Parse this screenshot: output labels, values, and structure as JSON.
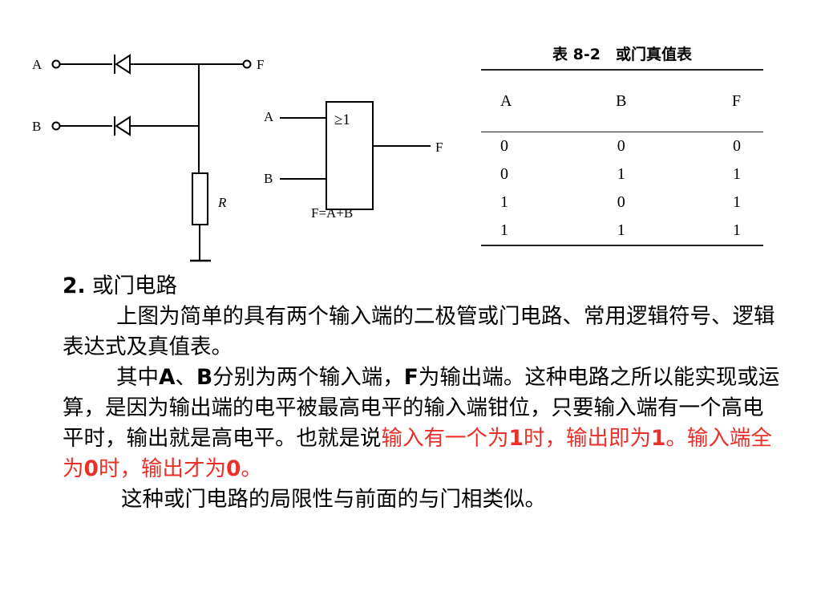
{
  "diagram": {
    "input_a": "A",
    "input_b": "B",
    "output_f": "F",
    "resistor": "R",
    "gate_input_a": "A",
    "gate_input_b": "B",
    "gate_output": "F",
    "gate_symbol": "≥1",
    "expression": "F=A+B"
  },
  "truth_table": {
    "caption": "表 8-2　或门真值表",
    "headers": [
      "A",
      "B",
      "F"
    ],
    "rows": [
      [
        "0",
        "0",
        "0"
      ],
      [
        "0",
        "1",
        "1"
      ],
      [
        "1",
        "0",
        "1"
      ],
      [
        "1",
        "1",
        "1"
      ]
    ]
  },
  "section": {
    "title_num": "2.",
    "title_text": " 或门电路",
    "p1": "上图为简单的具有两个输入端的二极管或门电路、常用逻辑符号、逻辑表达式及真值表。",
    "p2": {
      "s1": "其中",
      "a": "A",
      "s2": "、",
      "b": "B",
      "s3": "分别为两个输入端，",
      "f": "F",
      "s4": "为输出端。这种电路之所以能实现或运算，是因为输出端的电平被最高电平的输入端钳位，只要输入端有一个高电平时，输出就是高电平。也就是说",
      "r1": "输入有一个为",
      "r_one": "1",
      "r2": "时，输出即为",
      "r_one2": "1",
      "r3": "。输入端全为",
      "r_zero": "0",
      "r4": "时，输出才为",
      "r_zero2": "0",
      "r5": "。"
    },
    "p3": "这种或门电路的局限性与前面的与门相类似。"
  },
  "colors": {
    "highlight": "#e8312a",
    "text": "#000000"
  }
}
